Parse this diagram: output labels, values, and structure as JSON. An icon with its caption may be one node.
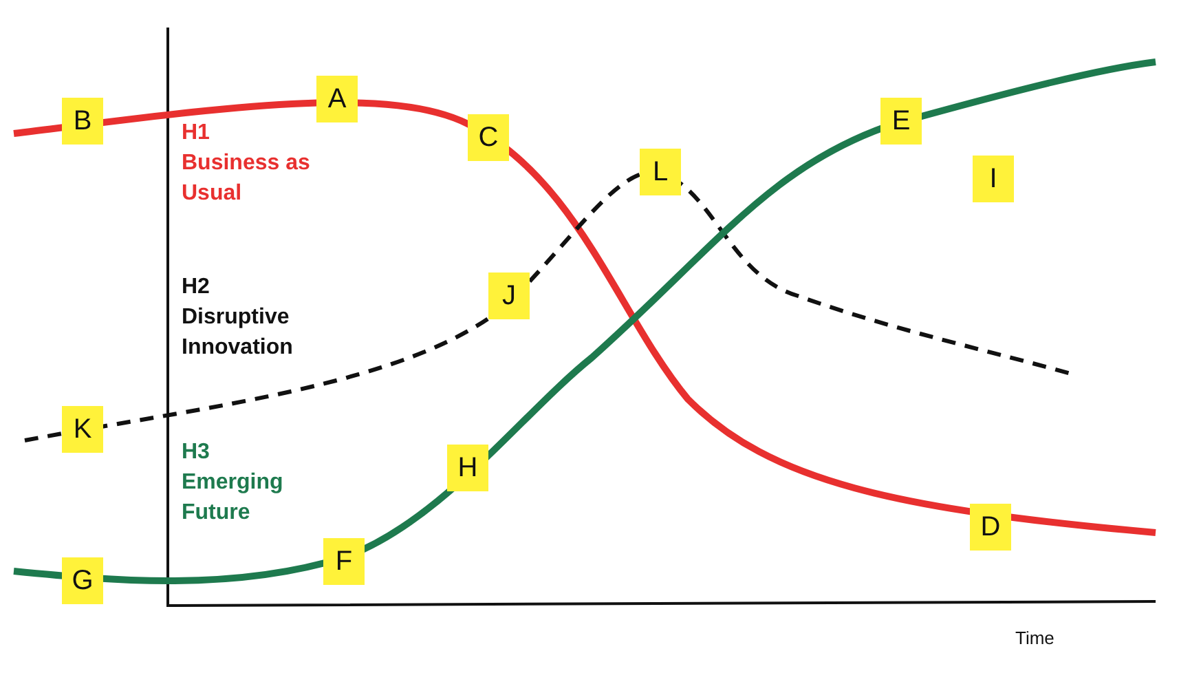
{
  "diagram": {
    "labels": [
      "B",
      "A",
      "C",
      "L",
      "E",
      "I",
      "H1",
      "Business as Usual",
      "H2",
      "Disruptive Innovation",
      "J",
      "K",
      "H3",
      "Emerging Future",
      "H",
      "D",
      "G",
      "F",
      "Time"
    ]
  }
}
